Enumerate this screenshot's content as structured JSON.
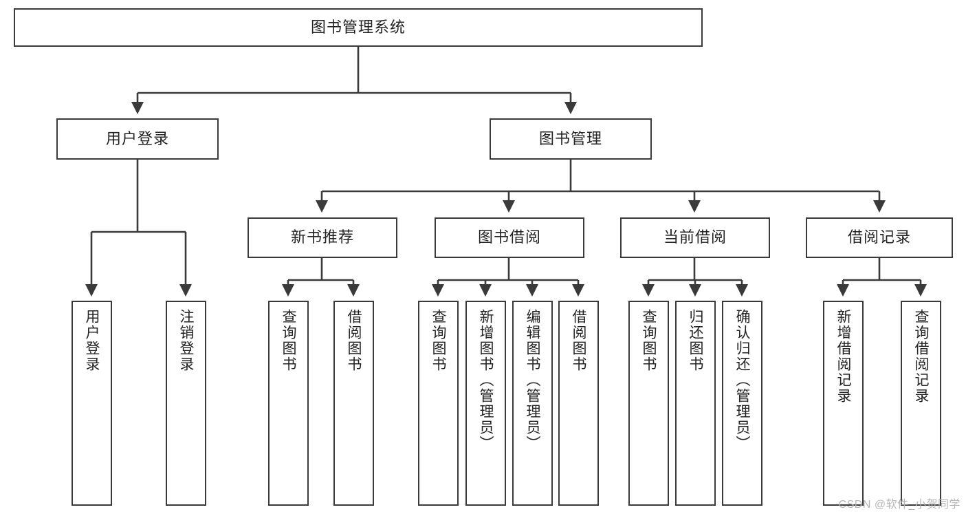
{
  "diagram": {
    "title": "图书管理系统",
    "type": "hierarchy-tree",
    "colors": {
      "box_border": "#3a3a3a",
      "box_fill": "#ffffff",
      "edge": "#3a3a3a",
      "text": "#232323",
      "watermark": "#b6b6b6",
      "background": "#ffffff"
    },
    "root": {
      "label": "图书管理系统"
    },
    "level2": [
      {
        "label": "用户登录"
      },
      {
        "label": "图书管理"
      }
    ],
    "level3": [
      {
        "label": "新书推荐"
      },
      {
        "label": "图书借阅"
      },
      {
        "label": "当前借阅"
      },
      {
        "label": "借阅记录"
      }
    ],
    "leaves": {
      "user_login": [
        {
          "label": "用户登录"
        },
        {
          "label": "注销登录"
        }
      ],
      "new_book_recommend": [
        {
          "label": "查询图书"
        },
        {
          "label": "借阅图书"
        }
      ],
      "book_borrow": [
        {
          "label": "查询图书"
        },
        {
          "label": "新增图书（管理员）"
        },
        {
          "label": "编辑图书（管理员）"
        },
        {
          "label": "借阅图书"
        }
      ],
      "current_borrow": [
        {
          "label": "查询图书"
        },
        {
          "label": "归还图书"
        },
        {
          "label": "确认归还（管理员）"
        }
      ],
      "borrow_record": [
        {
          "label": "新增借阅记录"
        },
        {
          "label": "查询借阅记录"
        }
      ]
    }
  },
  "watermark": {
    "text": "CSDN @软件_小贺同学"
  }
}
